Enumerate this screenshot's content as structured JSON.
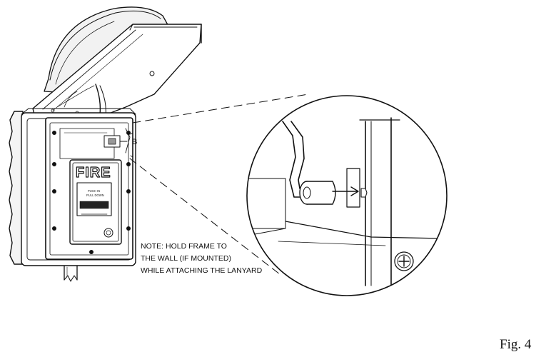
{
  "figure": {
    "caption": "Fig. 4",
    "callout_letter": "B",
    "station_label": "FIRE",
    "pull_label_line1": "PUSH IN",
    "pull_label_line2": "PULL DOWN",
    "note_lines": [
      "NOTE: HOLD FRAME TO",
      "THE WALL (IF MOUNTED)",
      "WHILE ATTACHING THE LANYARD"
    ]
  }
}
